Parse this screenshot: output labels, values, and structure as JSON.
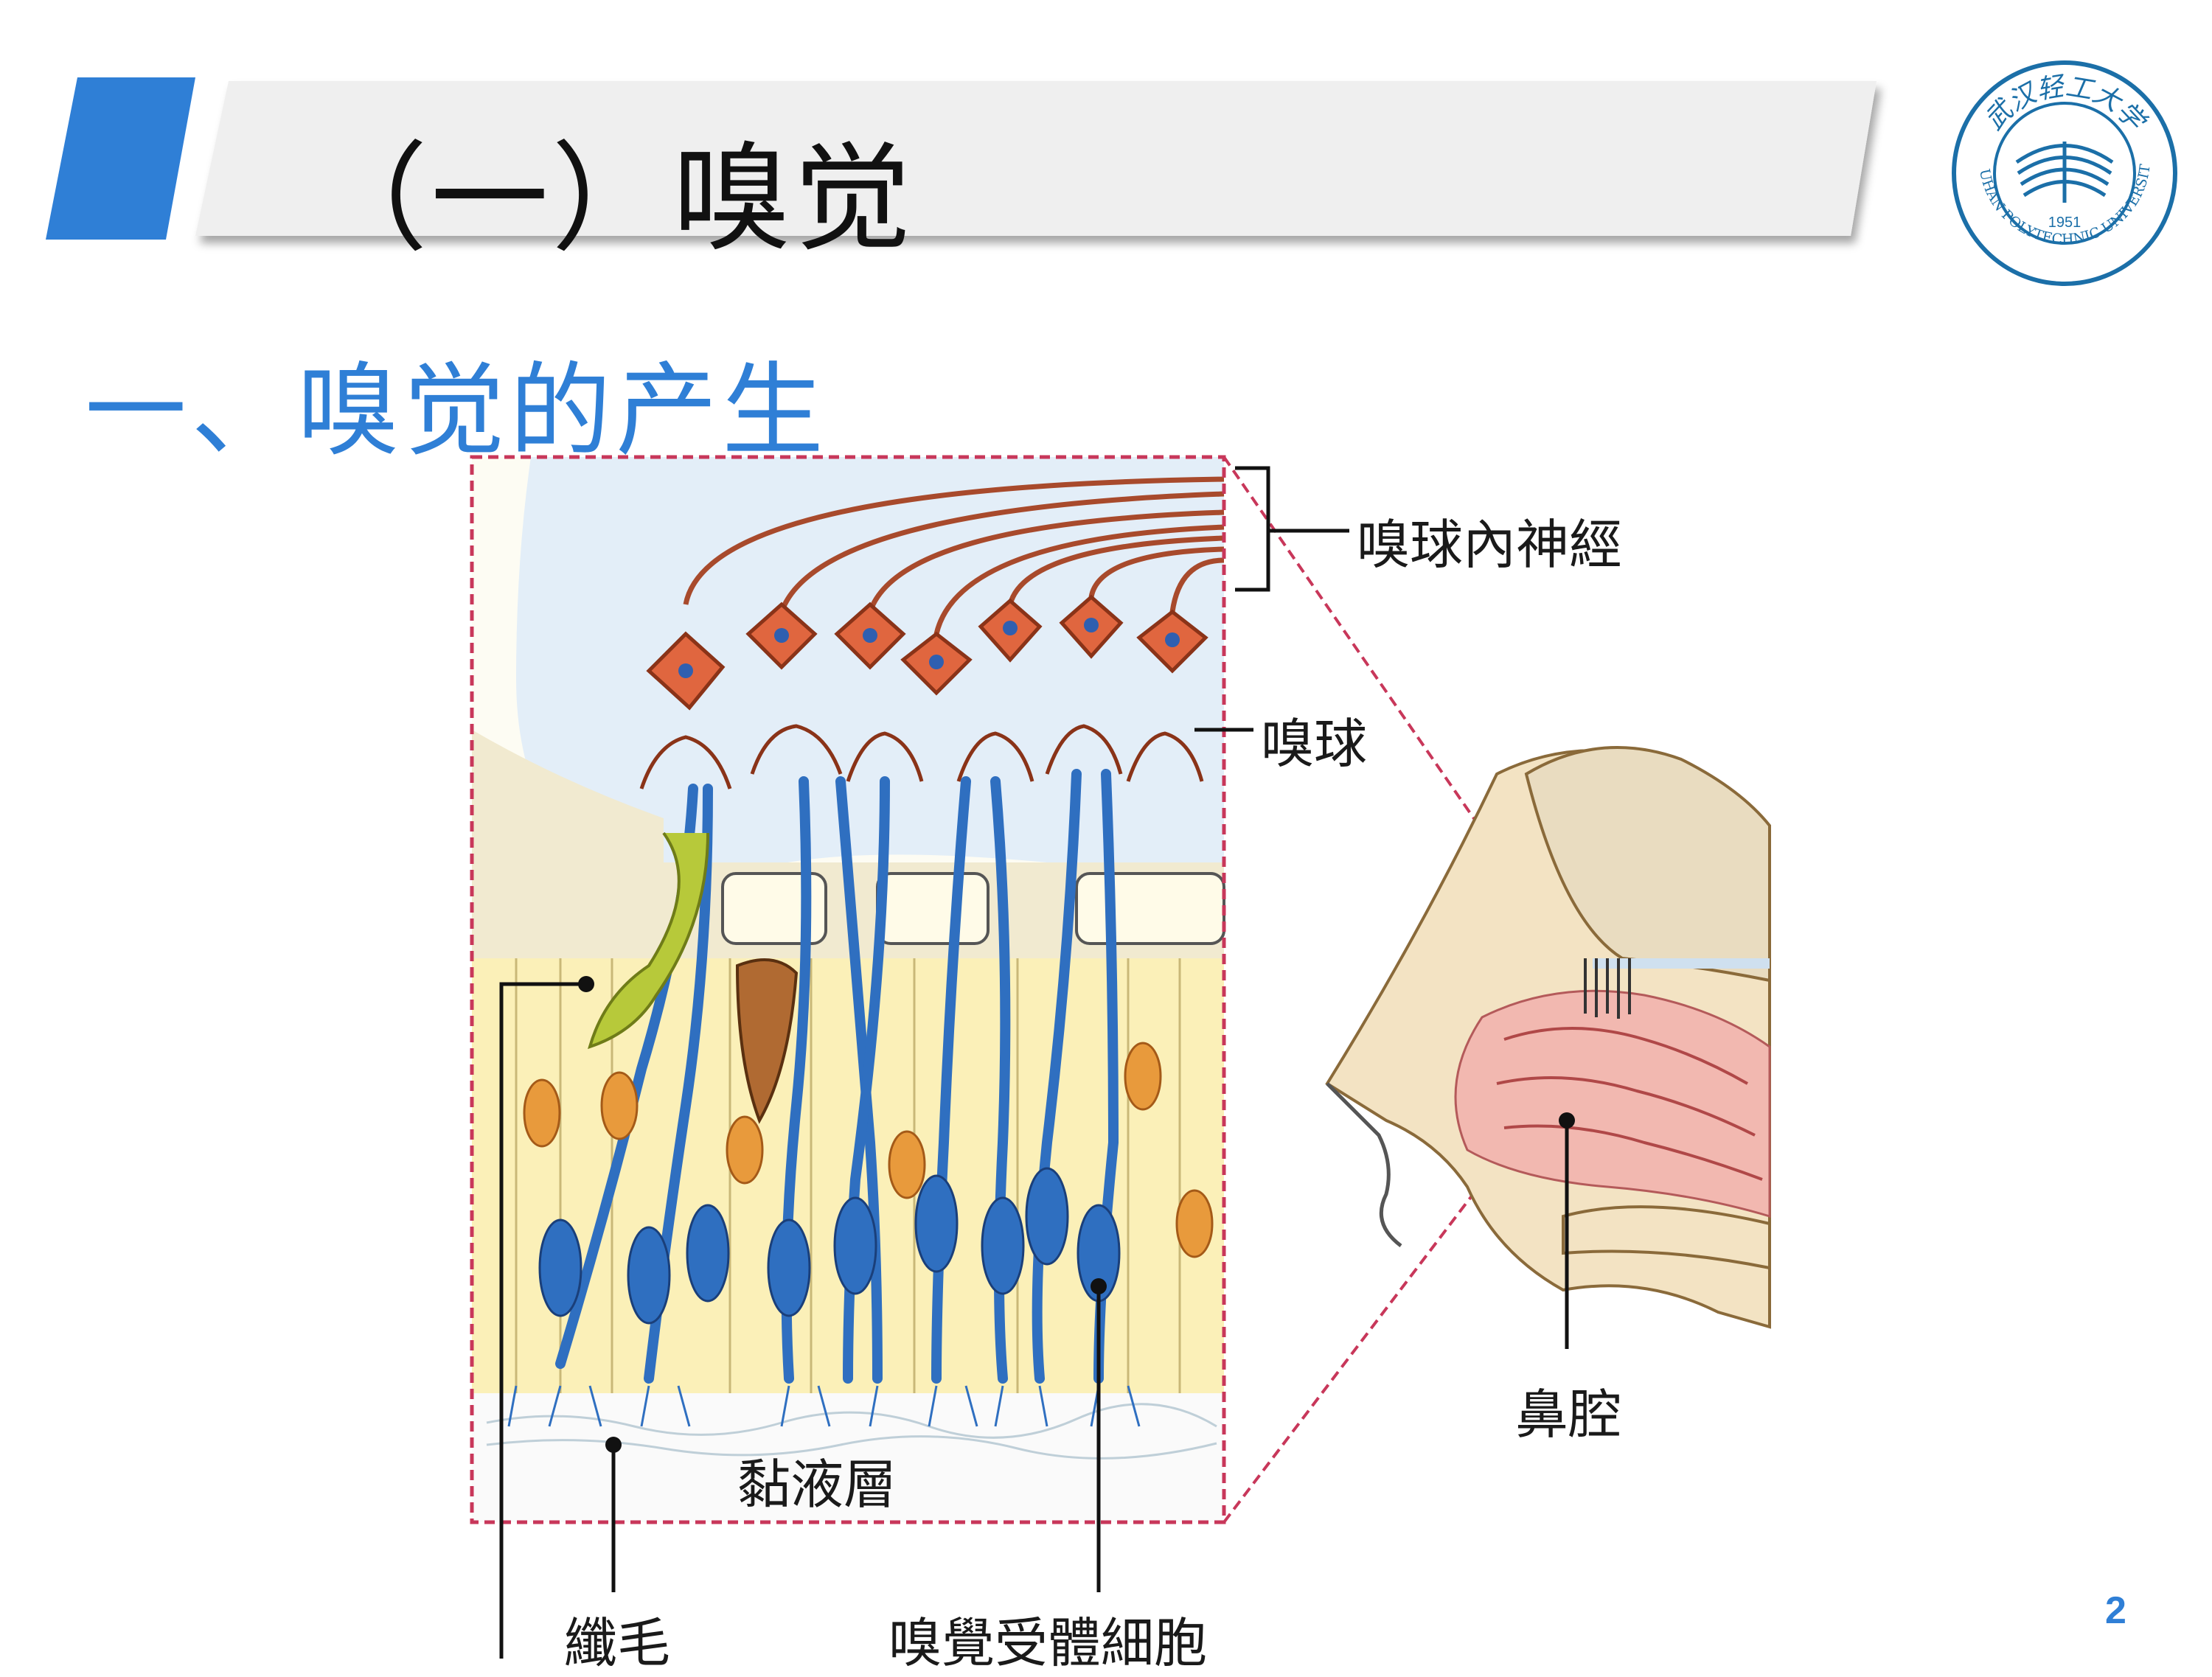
{
  "slide": {
    "title": "（一）嗅觉",
    "section_heading": "一、嗅觉的产生",
    "page_number": "2"
  },
  "logo": {
    "name_cn": "武汉轻工大学",
    "name_en": "WUHAN POLYTECHNIC UNIVERSITY",
    "year": "1951"
  },
  "diagram": {
    "labels": {
      "olfactory_bulb_nerve": "嗅球內神經",
      "olfactory_bulb": "嗅球",
      "mucus_layer": "黏液層",
      "cilia": "纖毛",
      "olfactory_receptor_cell": "嗅覺受體細胞",
      "nasal_cavity": "鼻腔"
    }
  },
  "colors": {
    "accent_blue": "#2f7fd6",
    "banner_gray": "#efefef",
    "neuron_blue": "#2f6fc0",
    "mitral_orange": "#e0663f",
    "inset_border": "#c8375a"
  }
}
